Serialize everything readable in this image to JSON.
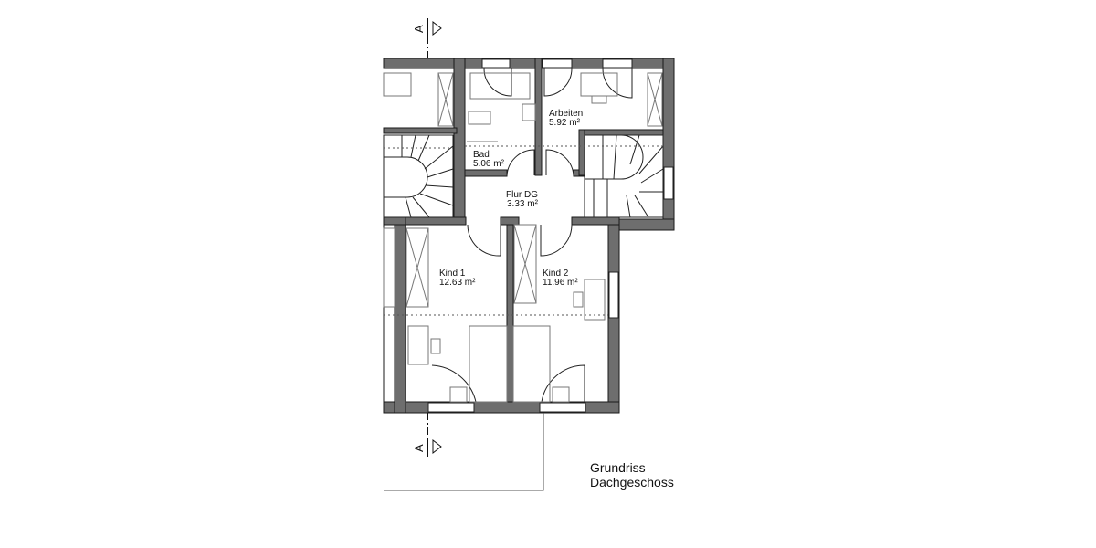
{
  "rooms": [
    {
      "name": "Bad",
      "area": "5.06 m²"
    },
    {
      "name": "Arbeiten",
      "area": "5.92 m²"
    },
    {
      "name": "Flur DG",
      "area": "3.33 m²"
    },
    {
      "name": "Kind 1",
      "area": "12.63 m²"
    },
    {
      "name": "Kind 2",
      "area": "11.96 m²"
    }
  ],
  "section_marker": "A",
  "title": {
    "line1": "Grundriss",
    "line2": "Dachgeschoss"
  },
  "colors": {
    "wall": "#6e6e6e",
    "line": "#222222"
  }
}
